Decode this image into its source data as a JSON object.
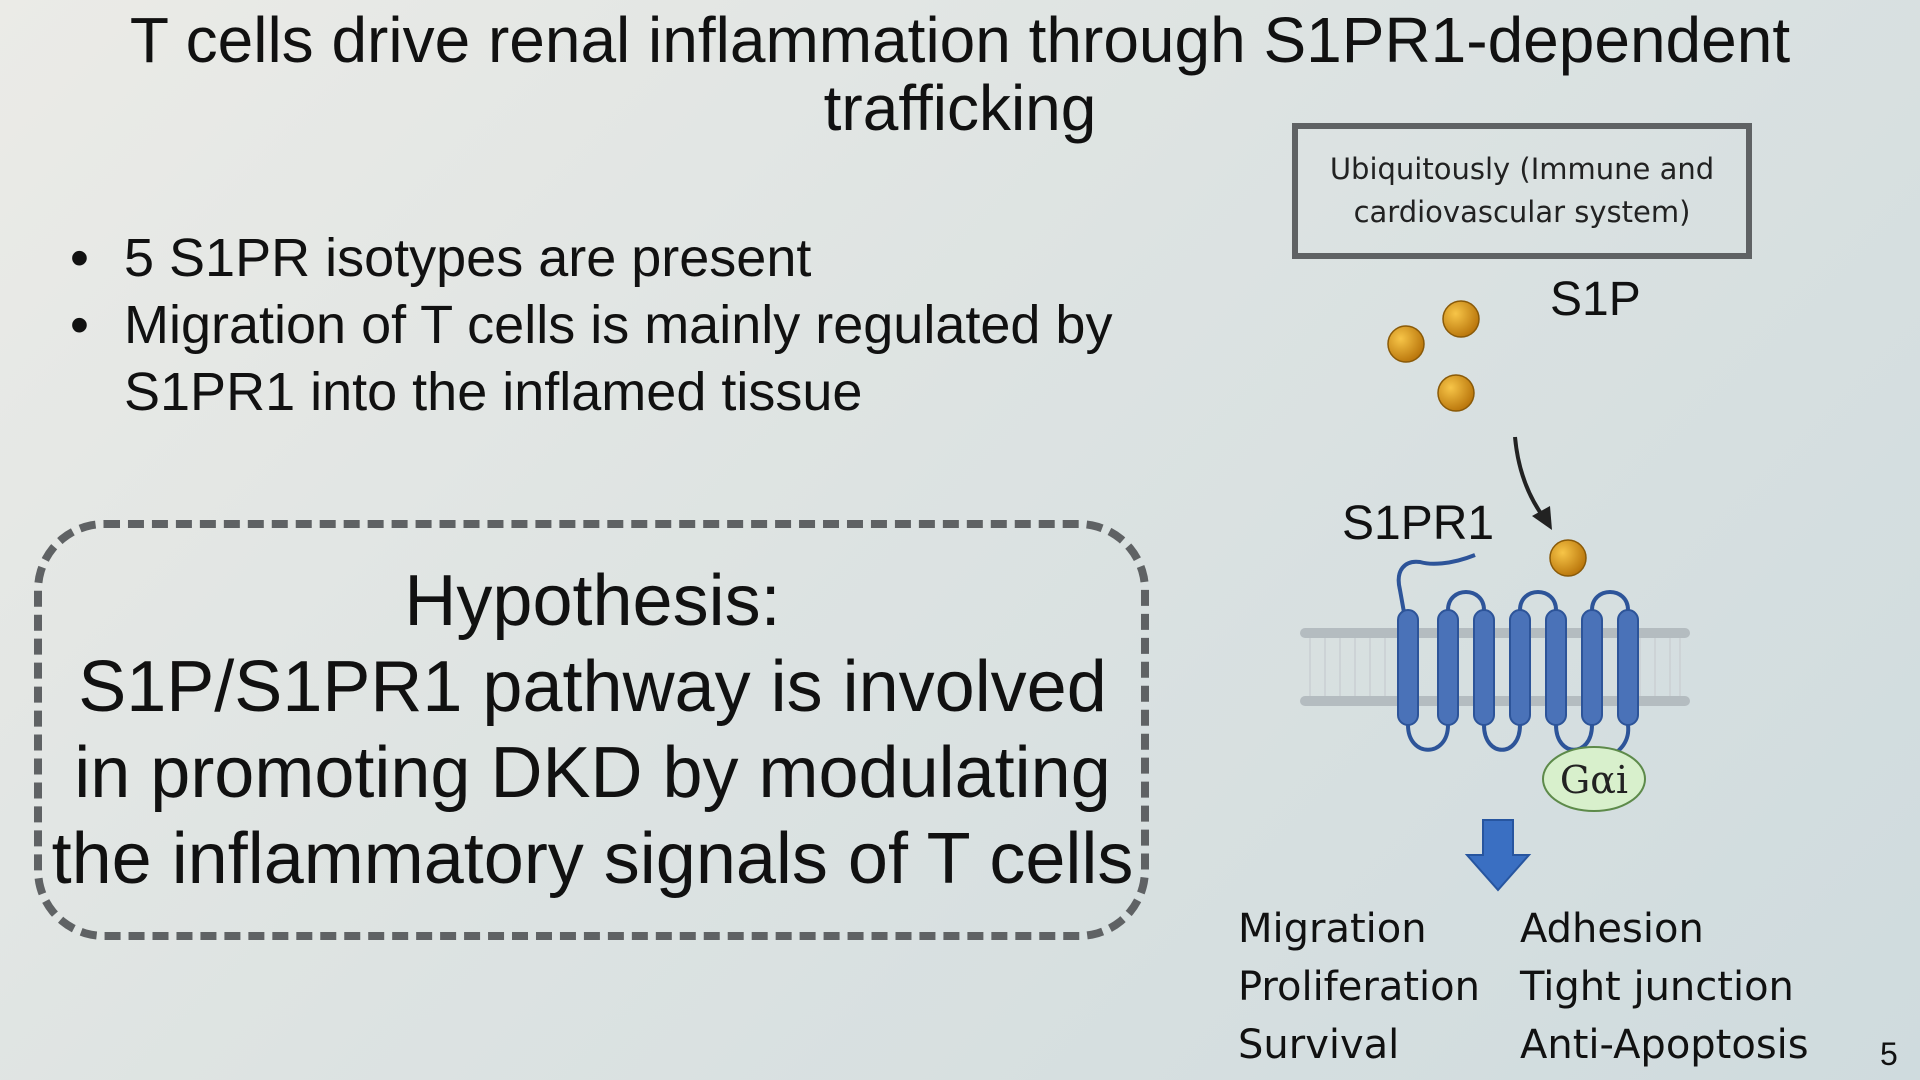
{
  "slide": {
    "title": "T cells drive renal inflammation through S1PR1-dependent trafficking",
    "bullets": [
      "5 S1PR isotypes are present",
      "Migration of T cells is mainly regulated by S1PR1 into the inflamed tissue"
    ],
    "hypothesis": {
      "heading": "Hypothesis:",
      "lines": [
        "S1P/S1PR1 pathway is involved",
        "in promoting DKD by modulating",
        "the inflammatory signals of T cells"
      ]
    },
    "page_number": "5"
  },
  "diagram": {
    "expression_box": "Ubiquitously (Immune and cardiovascular system)",
    "ligand_label": "S1P",
    "receptor_label": "S1PR1",
    "g_protein_label": "Gαi",
    "effects_left": [
      "Migration",
      "Proliferation",
      "Survival"
    ],
    "effects_right": [
      "Adhesion",
      "Tight junction",
      "Anti-Apoptosis"
    ],
    "colors": {
      "receptor": "#4a72b8",
      "receptor_outline": "#2d5499",
      "ligand": "#d8900e",
      "g_protein_fill": "#d8f0cc",
      "arrow_down": "#3a6fc2",
      "membrane": "#b4bcc0"
    }
  }
}
